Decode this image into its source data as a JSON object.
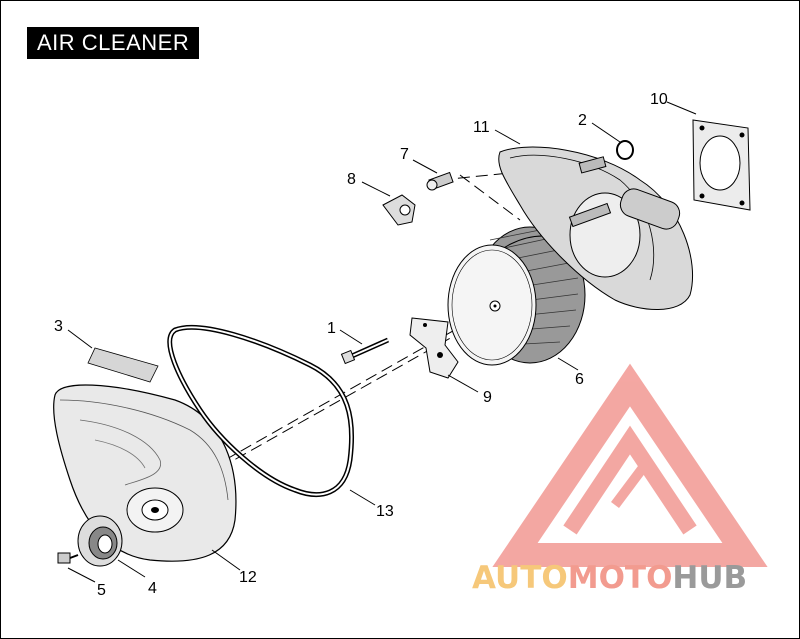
{
  "title": "AIR CLEANER",
  "callouts": {
    "c1": "1",
    "c2": "2",
    "c3": "3",
    "c4": "4",
    "c5": "5",
    "c6": "6",
    "c7": "7",
    "c8": "8",
    "c9": "9",
    "c10": "10",
    "c11": "11",
    "c12": "12",
    "c13": "13"
  },
  "watermark": {
    "part1": "AUTO",
    "part2": "MOTO",
    "part3": "HUB",
    "color_auto": "#f6c87a",
    "color_moto": "#f29b8f",
    "color_hub": "#9a9a9a"
  }
}
